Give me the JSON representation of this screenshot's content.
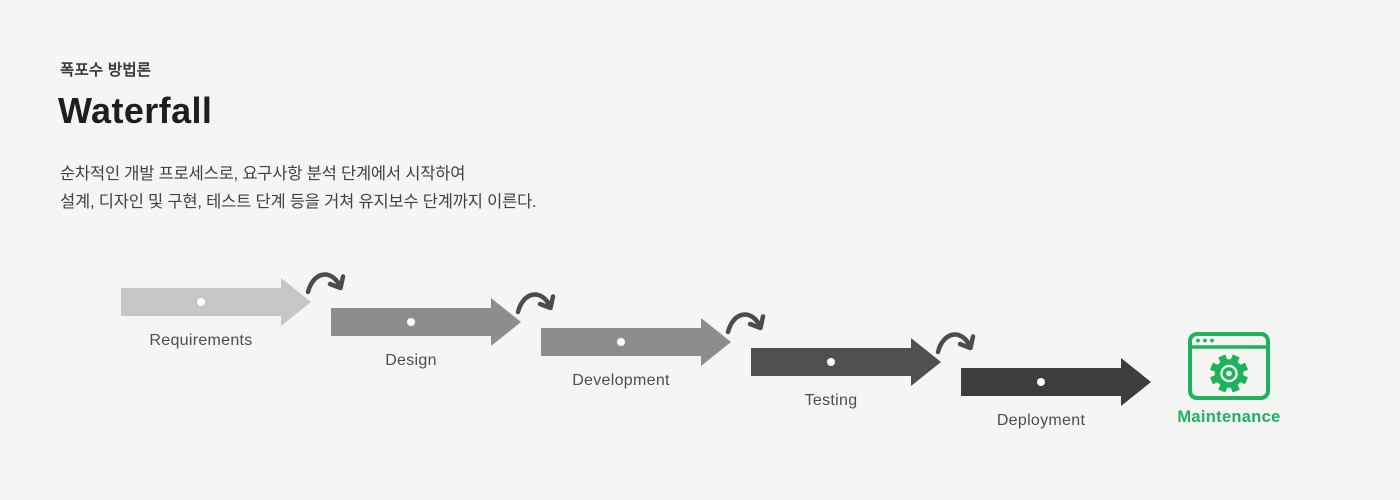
{
  "page": {
    "background": "#f5f5f4"
  },
  "header": {
    "eyebrow": "폭포수 방법론",
    "title": "Waterfall",
    "description": {
      "line1": "순차적인 개발 프로세스로, 요구사항 분석 단계에서 시작하여",
      "line2": "설계, 디자인 및 구현, 테스트 단계 등을 거쳐 유지보수 단계까지 이른다."
    }
  },
  "diagram": {
    "type": "waterfall-process-steps",
    "dot_color": "#ffffff",
    "connector_color": "#4a4e4a",
    "label_color": "#4b4e4a",
    "stages": [
      {
        "label": "Requirements",
        "color": "#c5c7c4"
      },
      {
        "label": "Design",
        "color": "#8b8e8a"
      },
      {
        "label": "Development",
        "color": "#8b8e8a"
      },
      {
        "label": "Testing",
        "color": "#4e514d"
      },
      {
        "label": "Deployment",
        "color": "#3b3e3b"
      }
    ],
    "final_stage": {
      "label": "Maintenance",
      "color": "#1cb35c",
      "icon": "browser-gear-icon"
    }
  }
}
